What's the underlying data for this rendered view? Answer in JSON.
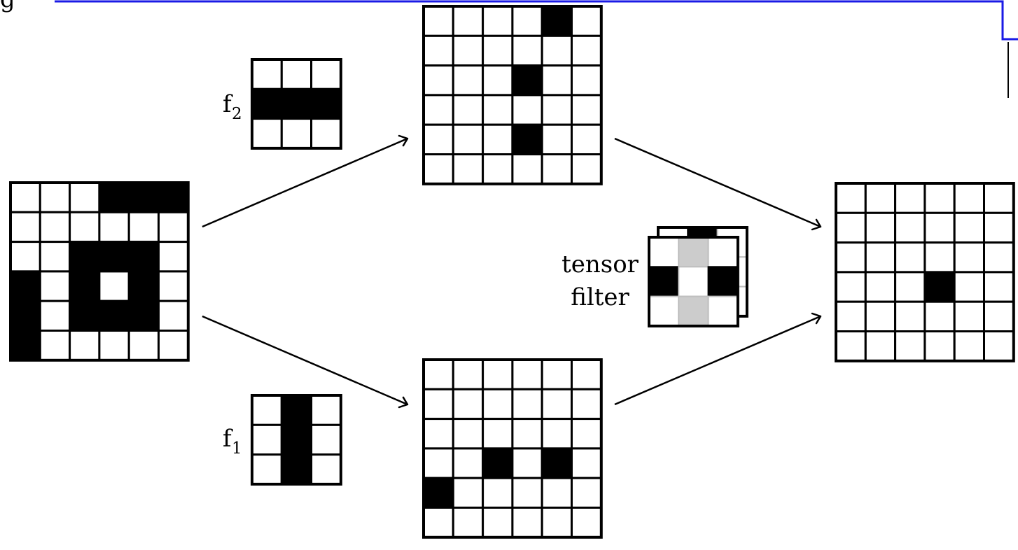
{
  "labels": {
    "filter_2": "f",
    "filter_2_sub": "2",
    "filter_1": "f",
    "filter_1_sub": "1",
    "tensor_line1": "tensor",
    "tensor_line2": "filter",
    "corner_glyph": "g"
  },
  "colors": {
    "on": "#000000",
    "off": "#ffffff",
    "tensor_light": "#cccccc",
    "tensor_grid": "#bfbfbf",
    "frame_accent": "#1a1ae6"
  },
  "grids": {
    "input": [
      [
        0,
        0,
        0,
        1,
        1,
        1
      ],
      [
        0,
        0,
        0,
        0,
        0,
        0
      ],
      [
        0,
        0,
        1,
        1,
        1,
        0
      ],
      [
        1,
        0,
        1,
        0,
        1,
        0
      ],
      [
        1,
        0,
        1,
        1,
        1,
        0
      ],
      [
        1,
        0,
        0,
        0,
        0,
        0
      ]
    ],
    "filter_2": [
      [
        0,
        0,
        0
      ],
      [
        1,
        1,
        1
      ],
      [
        0,
        0,
        0
      ]
    ],
    "filter_1": [
      [
        0,
        1,
        0
      ],
      [
        0,
        1,
        0
      ],
      [
        0,
        1,
        0
      ]
    ],
    "feature_top": [
      [
        0,
        0,
        0,
        0,
        1,
        0
      ],
      [
        0,
        0,
        0,
        0,
        0,
        0
      ],
      [
        0,
        0,
        0,
        1,
        0,
        0
      ],
      [
        0,
        0,
        0,
        0,
        0,
        0
      ],
      [
        0,
        0,
        0,
        1,
        0,
        0
      ],
      [
        0,
        0,
        0,
        0,
        0,
        0
      ]
    ],
    "feature_bottom": [
      [
        0,
        0,
        0,
        0,
        0,
        0
      ],
      [
        0,
        0,
        0,
        0,
        0,
        0
      ],
      [
        0,
        0,
        0,
        0,
        0,
        0
      ],
      [
        0,
        0,
        1,
        0,
        1,
        0
      ],
      [
        1,
        0,
        0,
        0,
        0,
        0
      ],
      [
        0,
        0,
        0,
        0,
        0,
        0
      ]
    ],
    "output": [
      [
        0,
        0,
        0,
        0,
        0,
        0
      ],
      [
        0,
        0,
        0,
        0,
        0,
        0
      ],
      [
        0,
        0,
        0,
        0,
        0,
        0
      ],
      [
        0,
        0,
        0,
        1,
        0,
        0
      ],
      [
        0,
        0,
        0,
        0,
        0,
        0
      ],
      [
        0,
        0,
        0,
        0,
        0,
        0
      ]
    ],
    "tensor_back": [
      [
        0,
        1,
        0
      ],
      [
        0,
        0,
        0
      ],
      [
        0,
        0,
        0
      ]
    ],
    "tensor_front": [
      [
        0,
        2,
        0
      ],
      [
        1,
        0,
        1
      ],
      [
        0,
        2,
        0
      ]
    ]
  }
}
